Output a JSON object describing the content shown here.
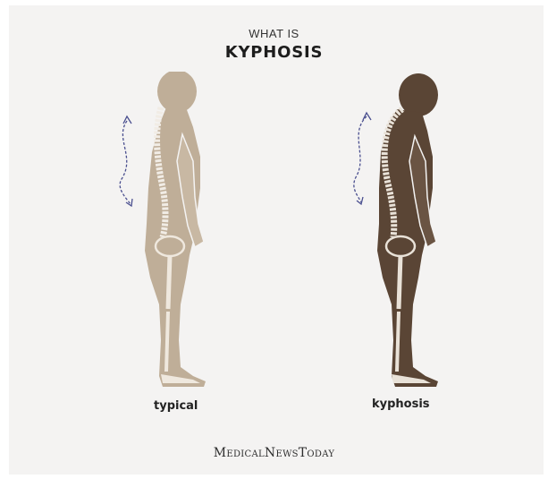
{
  "header": {
    "small": "WHAT IS",
    "big": "KYPHOSIS"
  },
  "figures": [
    {
      "label": "typical",
      "body_color": "#bfae98",
      "curve_color": "#4a4f8f"
    },
    {
      "label": "kyphosis",
      "body_color": "#5a4535",
      "curve_color": "#4a4f8f"
    }
  ],
  "brand": "MedicalNewsToday"
}
